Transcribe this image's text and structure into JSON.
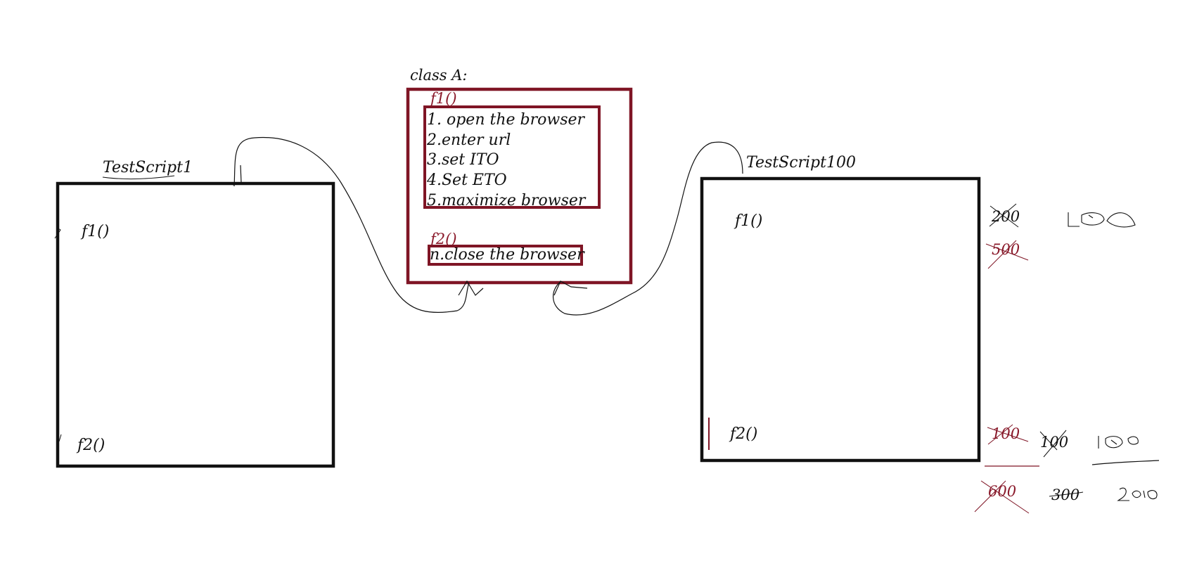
{
  "colors": {
    "ink": "#111111",
    "accent": "#7f1525",
    "accent_text": "#8b1a2b"
  },
  "class_box": {
    "title": "class A:",
    "f1": {
      "label": "f1()",
      "steps": [
        "1. open the browser",
        "2.enter url",
        "3.set ITO",
        "4.Set ETO",
        "5.maximize browser"
      ]
    },
    "f2": {
      "label": "f2()",
      "steps": [
        "n.close the browser"
      ]
    }
  },
  "test_script_1": {
    "title": "TestScript1",
    "f1": "f1()",
    "f2": "f2()"
  },
  "test_script_100": {
    "title": "TestScript100",
    "f1": "f1()",
    "f2": "f2()"
  },
  "counts": {
    "f1_row": [
      "200",
      "500"
    ],
    "f2_row": [
      "100",
      "100"
    ],
    "bottom_row": [
      "600",
      "300"
    ]
  }
}
